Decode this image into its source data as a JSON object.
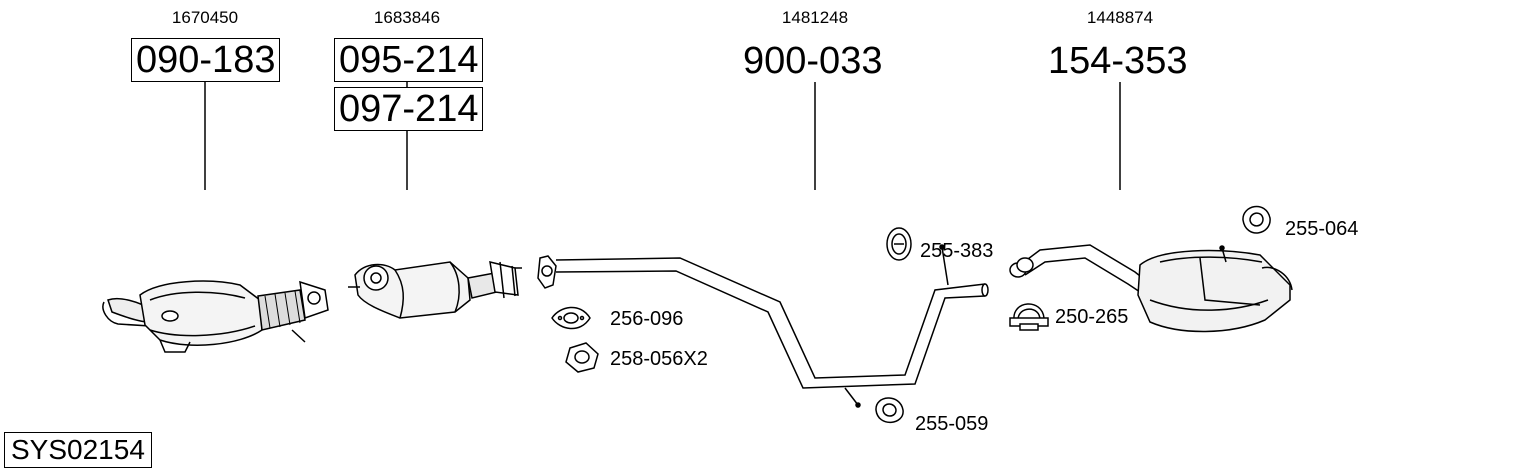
{
  "system": {
    "id": "SYS02154"
  },
  "groups": [
    {
      "ref": "1670450",
      "parts": [
        "090-183"
      ]
    },
    {
      "ref": "1683846",
      "parts": [
        "095-214",
        "097-214"
      ]
    },
    {
      "ref": "1481248",
      "parts": [
        "900-033"
      ]
    },
    {
      "ref": "1448874",
      "parts": [
        "154-353"
      ]
    }
  ],
  "accessories": [
    {
      "part": "256-096",
      "icon": "gasket-icon"
    },
    {
      "part": "258-056X2",
      "icon": "hex-nut-icon"
    },
    {
      "part": "255-383",
      "icon": "rubber-hanger-icon"
    },
    {
      "part": "250-265",
      "icon": "pipe-clamp-icon"
    },
    {
      "part": "255-059",
      "icon": "rubber-hanger-icon"
    },
    {
      "part": "255-064",
      "icon": "rubber-hanger-icon"
    }
  ]
}
